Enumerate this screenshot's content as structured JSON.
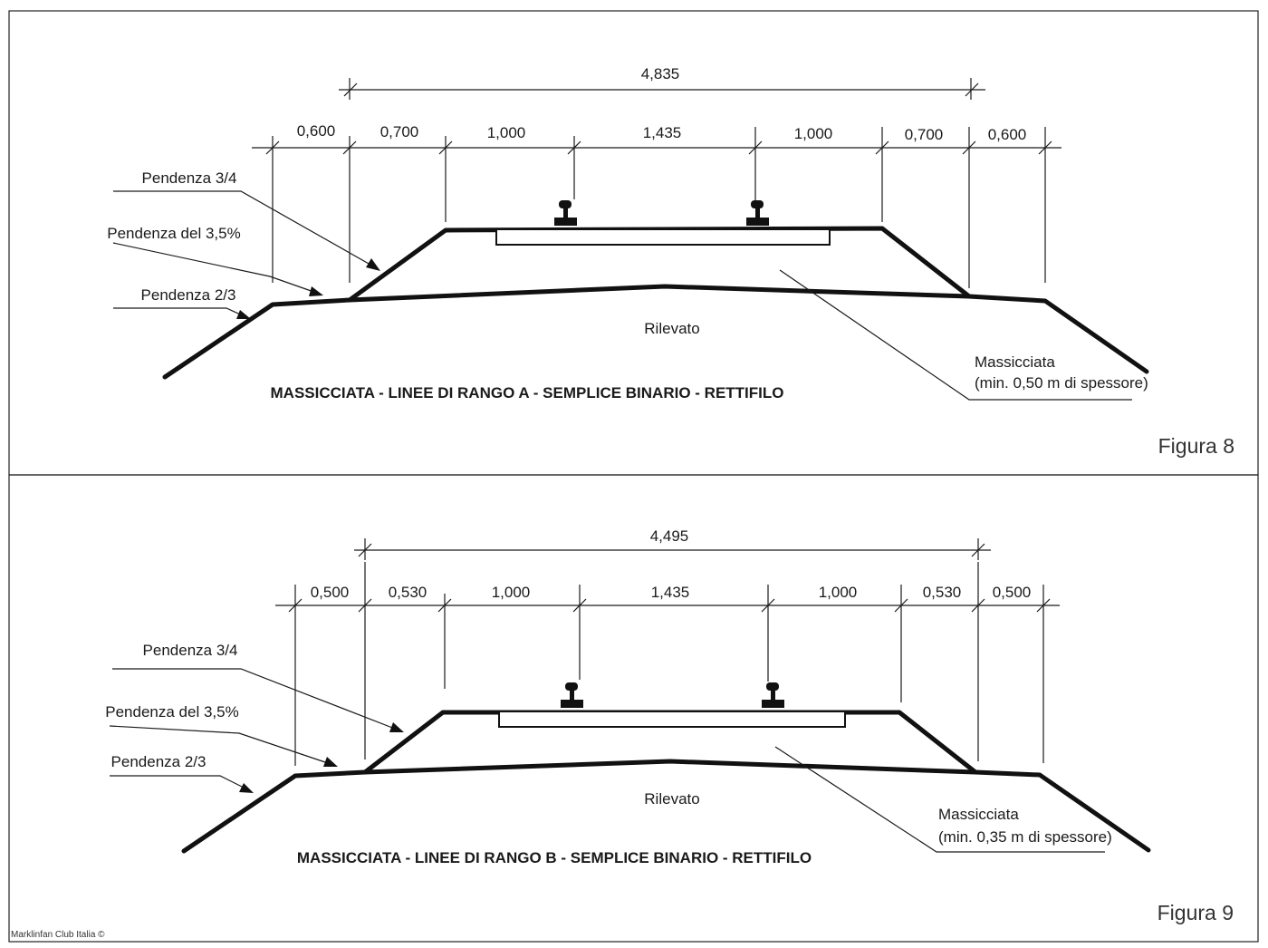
{
  "figures": [
    {
      "label": "Figura 8",
      "title": "MASSICCIATA - LINEE DI RANGO A - SEMPLICE BINARIO - RETTIFILO",
      "total_width": "4,835",
      "segments": [
        "0,600",
        "0,700",
        "1,000",
        "1,435",
        "1,000",
        "0,700",
        "0,600"
      ],
      "slope_labels": {
        "top": "Pendenza 3/4",
        "mid": "Pendenza del 3,5%",
        "low": "Pendenza 2/3"
      },
      "fill_label": "Rilevato",
      "ballast_label_line1": "Massicciata",
      "ballast_label_line2": "(min. 0,50 m di spessore)"
    },
    {
      "label": "Figura 9",
      "title": "MASSICCIATA - LINEE DI RANGO B - SEMPLICE BINARIO - RETTIFILO",
      "total_width": "4,495",
      "segments": [
        "0,500",
        "0,530",
        "1,000",
        "1,435",
        "1,000",
        "0,530",
        "0,500"
      ],
      "slope_labels": {
        "top": "Pendenza 3/4",
        "mid": "Pendenza del 3,5%",
        "low": "Pendenza 2/3"
      },
      "fill_label": "Rilevato",
      "ballast_label_line1": "Massicciata",
      "ballast_label_line2": "(min. 0,35 m di spessore)"
    }
  ],
  "watermark": "Marklinfan Club Italia ©"
}
